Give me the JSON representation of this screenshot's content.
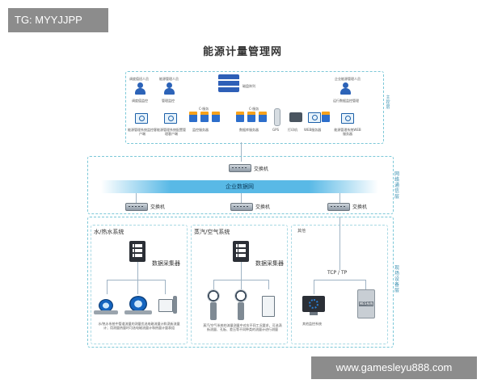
{
  "watermarks": {
    "top_left": "TG: MYYJJPP",
    "bottom_right": "www.gamesleyu888.com"
  },
  "title": "能源计量管理网",
  "management_layer": {
    "side_label": "主控层",
    "server_cluster_label": "磁盘阵列",
    "left_people": [
      {
        "label": "调度值班人员",
        "role_caption": "调度值监控"
      },
      {
        "label": "能源管理人员",
        "role_caption": "管理监控"
      }
    ],
    "right_person": {
      "label": "企业能源管理人员",
      "role_caption": "运行数据监控管理"
    },
    "server_groups": [
      {
        "label": "C-服务",
        "caption": "监控服务器"
      },
      {
        "label": "C-服务",
        "caption": "数据库服务器"
      }
    ],
    "devices": [
      "GPS",
      "打印机",
      "WEB服务器"
    ],
    "clients": [
      "能源管理系统监控客户端",
      "能源管理系统配置管理客户端",
      "能源管理系统WEB服务器"
    ]
  },
  "network_layer": {
    "side_label": "网络通信层",
    "top_switch": "交换机",
    "backbone": "企业数据网",
    "switches": [
      "交换机",
      "交换机",
      "交换机"
    ]
  },
  "field_layer": {
    "side_label": "现场设备层",
    "sections": [
      {
        "title": "水/热水系统",
        "collector": "数据采集器",
        "caption": "水/热水系统中管道流量的测量优选电磁流量计和涡街流量计；用测量热量时可选电磁流量计和热量计量表组"
      },
      {
        "title": "蒸汽/空气系统",
        "collector": "数据采集器",
        "caption": "蒸汽/空气系统的流量测量中对应不同工况要求，可选涡街流量、孔板、差压等不同种类的流量计进行测量"
      },
      {
        "title": "其他",
        "protocol": "TCP / TP",
        "device_left": "其他监控系统",
        "device_right": "MES系统"
      }
    ]
  },
  "colors": {
    "dashed_border": "#7cc8d8",
    "backbone": "#59b9e6",
    "accent_blue": "#2c63b8",
    "server_orange": "#f7a21b",
    "watermark_bg": "#8c8c8c"
  }
}
